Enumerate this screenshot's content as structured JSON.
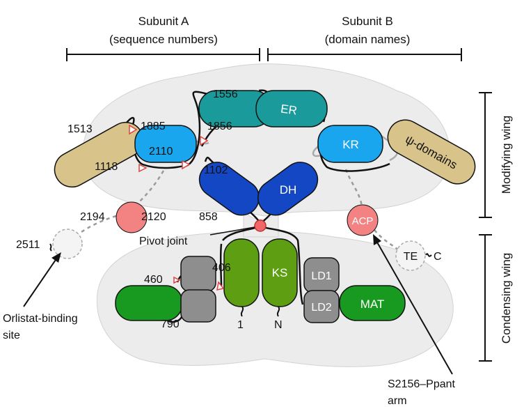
{
  "header": {
    "subunit_a_title": "Subunit A",
    "subunit_a_subtitle": "(sequence numbers)",
    "subunit_b_title": "Subunit B",
    "subunit_b_subtitle": "(domain names)"
  },
  "wings": {
    "modifying": "Modifying wing",
    "condensing": "Condensing wing"
  },
  "domains": {
    "er": "ER",
    "kr": "KR",
    "psi": "ψ-domains",
    "dh": "DH",
    "acp": "ACP",
    "te": "TE",
    "ks": "KS",
    "ld1": "LD1",
    "ld2": "LD2",
    "mat": "MAT"
  },
  "sequence_numbers": {
    "n1556": "1556",
    "n1856": "1856",
    "n1885": "1885",
    "n1513": "1513",
    "n2110": "2110",
    "n1118": "1118",
    "n1102": "1102",
    "n2194": "2194",
    "n2120": "2120",
    "n858": "858",
    "n2511": "2511",
    "n460": "460",
    "n406": "406",
    "n790": "790",
    "n1": "1",
    "nN": "N",
    "nC": "C"
  },
  "annotations": {
    "pivot": "Pivot joint",
    "orlistat_line1": "Orlistat-binding",
    "orlistat_line2": "site",
    "ppant_line1": "S2156–Ppant",
    "ppant_line2": "arm"
  },
  "colors": {
    "khaki": "#d8c48a",
    "light_blue": "#19a6ef",
    "teal": "#1a9a9a",
    "dark_blue": "#1347c4",
    "salmon": "#f38383",
    "green_dark": "#179a1f",
    "green_light": "#5d9e12",
    "gray": "#8e8e8e",
    "density": "#ececec"
  }
}
